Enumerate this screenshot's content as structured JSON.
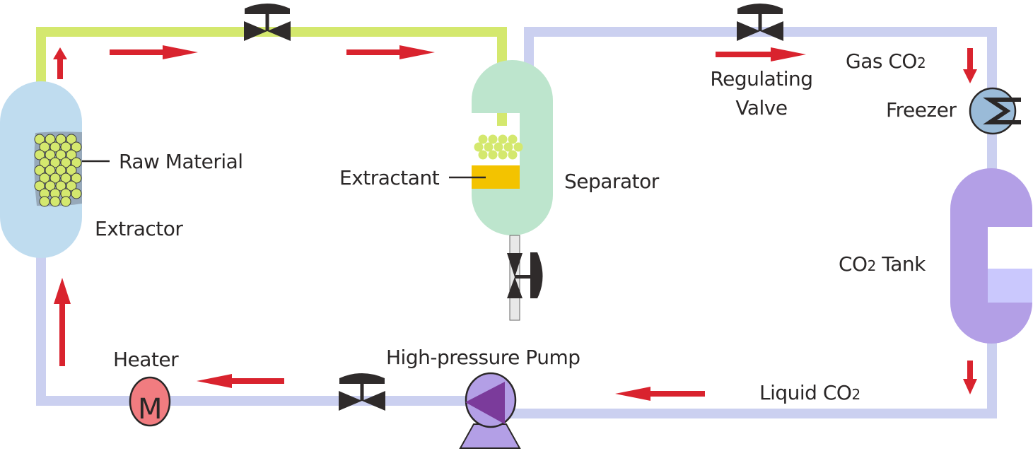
{
  "labels": {
    "raw_material": "Raw Material",
    "extractor": "Extractor",
    "extractant": "Extractant",
    "separator": "Separator",
    "regulating_valve_line1": "Regulating",
    "regulating_valve_line2": "Valve",
    "gas_co2": "Gas CO",
    "gas_co2_sub": "2",
    "freezer": "Freezer",
    "co2_tank_prefix": "CO",
    "co2_tank_sub": "2",
    "co2_tank_suffix": " Tank",
    "liquid_co2": "Liquid CO",
    "liquid_co2_sub": "2",
    "high_pressure_pump": "High-pressure Pump",
    "heater": "Heater",
    "heater_symbol": "M"
  },
  "colors": {
    "green_pipe": "#d4e86e",
    "blue_pipe": "#cbd0f0",
    "flow_arrow": "#d9232e",
    "extractor": "#bfdcef",
    "separator": "#bde5cd",
    "extractant": "#f3c300",
    "co2_tank": "#b39fe6",
    "freezer": "#9abbd8",
    "heater": "#f17c80",
    "pump": "#b39fe6",
    "valve": "#2f2b2b"
  }
}
